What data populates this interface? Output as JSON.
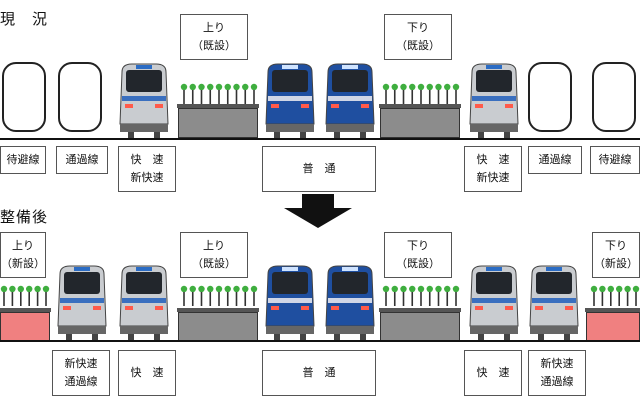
{
  "top": {
    "heading": "現　況",
    "labels": {
      "taihi_left": "待避線",
      "tsuka_left": "通過線",
      "kaisoku_left": [
        "快　速",
        "新快速"
      ],
      "futsu": "普　通",
      "kaisoku_right": [
        "快　速",
        "新快速"
      ],
      "tsuka_right": "通過線",
      "taihi_right": "待避線"
    },
    "platforms": {
      "up": [
        "上り",
        "（既設）"
      ],
      "down": [
        "下り",
        "（既設）"
      ]
    }
  },
  "bottom": {
    "heading": "整備後",
    "labels": {
      "shin_left": [
        "新快速",
        "通過線"
      ],
      "kaisoku_left": "快　速",
      "futsu": "普　通",
      "kaisoku_right": "快　速",
      "shin_right": [
        "新快速",
        "通過線"
      ]
    },
    "platforms": {
      "up_new": [
        "上り",
        "（新設）"
      ],
      "up": [
        "上り",
        "（既設）"
      ],
      "down": [
        "下り",
        "（既設）"
      ],
      "down_new": [
        "下り",
        "（新設）"
      ]
    }
  },
  "colors": {
    "new_platform": "#f08080",
    "old_platform": "#8c8c8c",
    "train_silver": "#c9ccd0",
    "train_blue": "#1f4fa0",
    "person_green": "#3fae3f"
  },
  "icons": {
    "arrow": "down-arrow-icon",
    "train": "train-front-icon",
    "person": "passenger-icon",
    "track": "track-loop-icon"
  }
}
